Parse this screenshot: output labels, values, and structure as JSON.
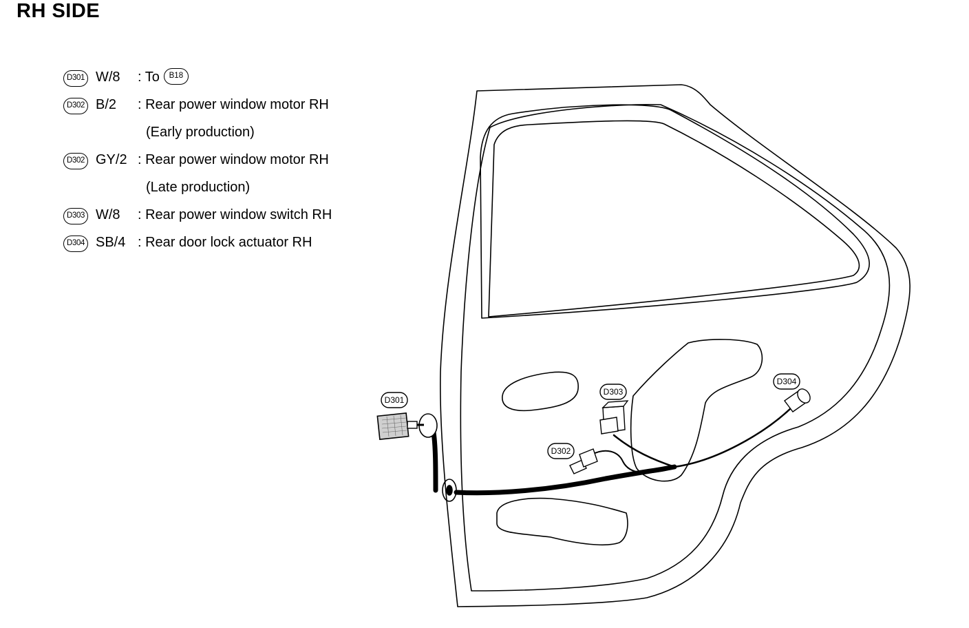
{
  "title": "RH SIDE",
  "legend": [
    {
      "connector": "D301",
      "wire": "W/8",
      "description": ": To",
      "target_connector": "B18"
    },
    {
      "connector": "D302",
      "wire": "B/2",
      "description": ": Rear power window motor RH",
      "note": "(Early production)"
    },
    {
      "connector": "D302",
      "wire": "GY/2",
      "description": ": Rear power window motor RH",
      "note": "(Late production)"
    },
    {
      "connector": "D303",
      "wire": "W/8",
      "description": ": Rear power window switch RH"
    },
    {
      "connector": "D304",
      "wire": "SB/4",
      "description": ": Rear door lock actuator RH"
    }
  ],
  "diagram_labels": {
    "d301": "D301",
    "d302": "D302",
    "d303": "D303",
    "d304": "D304"
  }
}
